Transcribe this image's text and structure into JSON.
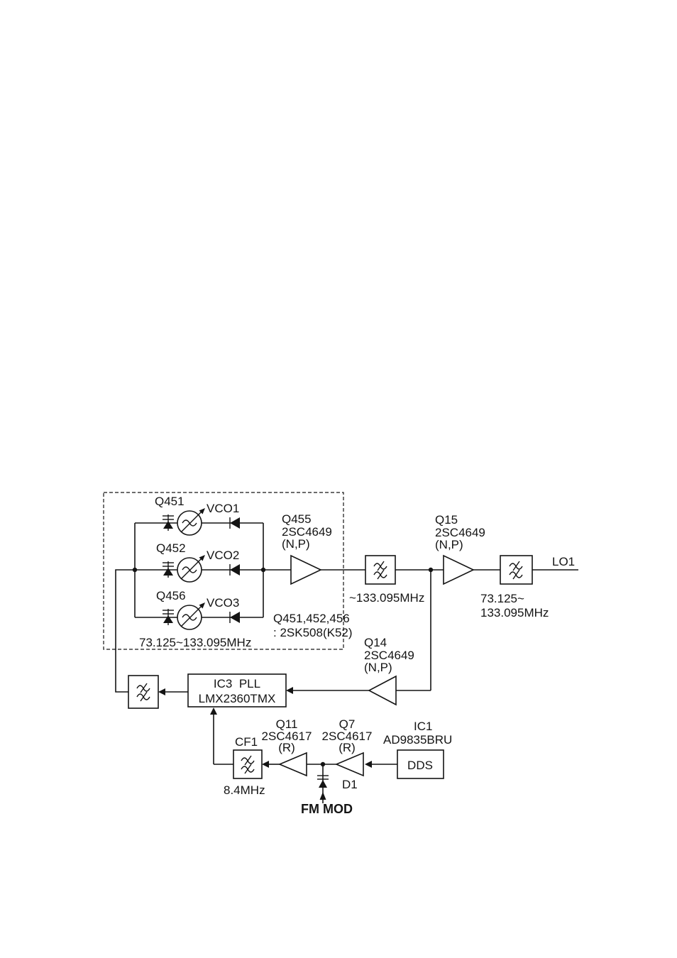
{
  "diagram": {
    "vco": {
      "q451": "Q451",
      "q452": "Q452",
      "q456": "Q456",
      "vco1": "VCO1",
      "vco2": "VCO2",
      "vco3": "VCO3",
      "range": "73.125~133.095MHz",
      "note1": "Q451,452,456",
      "note2": ": 2SK508(K52)"
    },
    "q455": {
      "name": "Q455",
      "part": "2SC4649",
      "grade": "(N,P)"
    },
    "filter_mid": {
      "freq": "~133.095MHz"
    },
    "q15": {
      "name": "Q15",
      "part": "2SC4649",
      "grade": "(N,P)"
    },
    "filter_out": {
      "freq_line1": "73.125~",
      "freq_line2": "133.095MHz"
    },
    "output": {
      "label": "LO1"
    },
    "q14": {
      "name": "Q14",
      "part": "2SC4649",
      "grade": "(N,P)"
    },
    "ic3": {
      "line1": "IC3  PLL",
      "line2": "LMX2360TMX"
    },
    "cf1": {
      "name": "CF1",
      "freq": "8.4MHz"
    },
    "q11": {
      "name": "Q11",
      "part": "2SC4617",
      "grade": "(R)"
    },
    "q7": {
      "name": "Q7",
      "part": "2SC4617",
      "grade": "(R)"
    },
    "ic1": {
      "name": "IC1",
      "part": "AD9835BRU",
      "box_label": "DDS"
    },
    "d1": {
      "label": "D1"
    },
    "fm_mod": {
      "label": "FM MOD"
    }
  }
}
